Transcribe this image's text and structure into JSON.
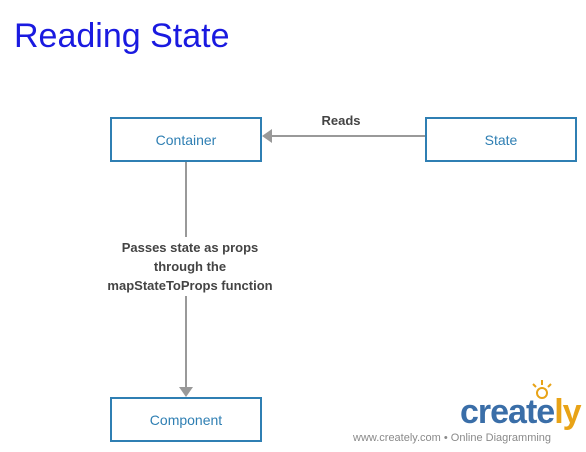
{
  "title": "Reading State",
  "nodes": {
    "container": "Container",
    "state": "State",
    "component": "Component"
  },
  "edges": {
    "reads": "Reads",
    "passes_line1": "Passes state as props",
    "passes_line2": "through the",
    "passes_line3": "mapStateToProps function"
  },
  "branding": {
    "logo_main": "create",
    "logo_accent": "ly",
    "footer": "www.creately.com • Online Diagramming"
  },
  "colors": {
    "title": "#1a1ae0",
    "node_border": "#2f7fb3",
    "arrow": "#999999",
    "logo_blue": "#3a6ea8",
    "logo_orange": "#e8a317"
  }
}
